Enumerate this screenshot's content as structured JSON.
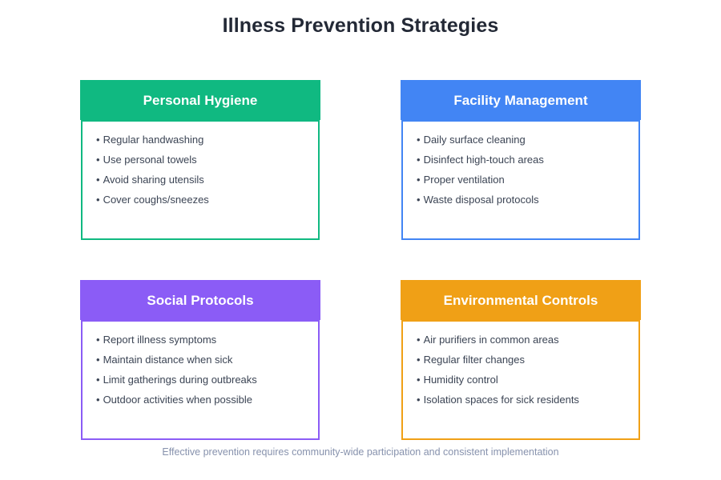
{
  "page": {
    "title": "Illness Prevention Strategies",
    "footer_note": "Effective prevention requires community-wide participation and consistent implementation",
    "background_color": "#ffffff",
    "title_color": "#232936",
    "footer_color": "#8792ad",
    "bullet_text_color": "#3b4454",
    "bullet_symbol": "•"
  },
  "cards": [
    {
      "id": "personal-hygiene",
      "title": "Personal Hygiene",
      "accent_color": "#10b981",
      "items": [
        "Regular handwashing",
        "Use personal towels",
        "Avoid sharing utensils",
        "Cover coughs/sneezes"
      ]
    },
    {
      "id": "facility-management",
      "title": "Facility Management",
      "accent_color": "#4285f4",
      "items": [
        "Daily surface cleaning",
        "Disinfect high-touch areas",
        "Proper ventilation",
        "Waste disposal protocols"
      ]
    },
    {
      "id": "social-protocols",
      "title": "Social Protocols",
      "accent_color": "#8b5cf6",
      "items": [
        "Report illness symptoms",
        "Maintain distance when sick",
        "Limit gatherings during outbreaks",
        "Outdoor activities when possible"
      ]
    },
    {
      "id": "environmental-controls",
      "title": "Environmental Controls",
      "accent_color": "#f0a016",
      "items": [
        "Air purifiers in common areas",
        "Regular filter changes",
        "Humidity control",
        "Isolation spaces for sick residents"
      ]
    }
  ]
}
